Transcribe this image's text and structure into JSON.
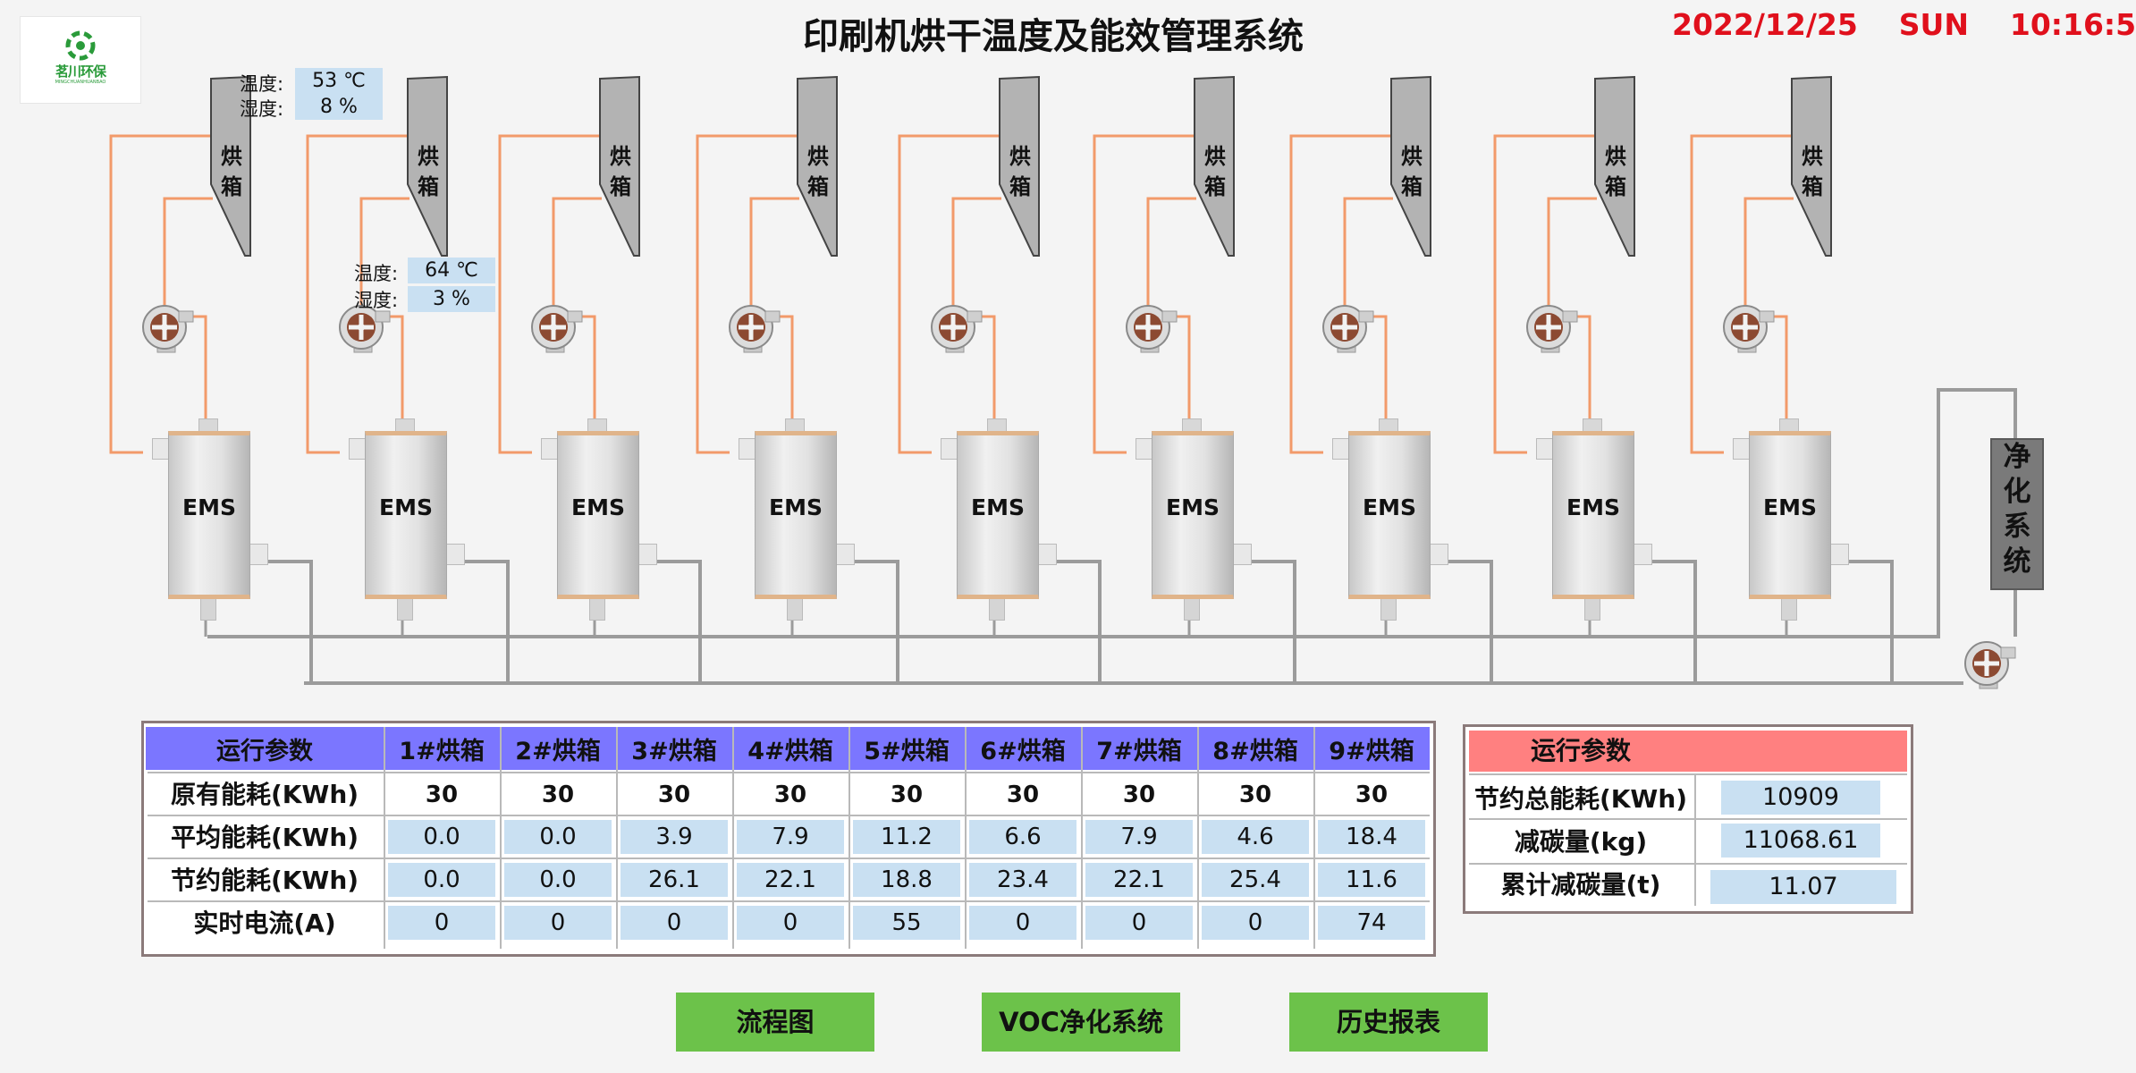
{
  "title": "印刷机烘干温度及能效管理系统",
  "datetime": "2022/12/25    SUN    10:16:5",
  "logo": {
    "text": "茗川环保",
    "subtext": "MINGCHUANHUANBAO"
  },
  "colors": {
    "pipe_hot": "#f29a6a",
    "pipe_cold": "#9b9b9b",
    "oven": "#b3b3b3",
    "header_params": "#7b76ff",
    "header_summary": "#ff8080",
    "button": "#6cc24a",
    "value_box": "#c9e0f2",
    "datetime": "#e0101c"
  },
  "oven_label": "烘箱",
  "ems_label": "EMS",
  "purification_label": "净化系统",
  "sensors": [
    {
      "temp_label": "温度:",
      "temp_value": "53 ℃",
      "hum_label": "湿度:",
      "hum_value": "8 %"
    },
    {
      "temp_label": "温度:",
      "temp_value": "64 ℃",
      "hum_label": "湿度:",
      "hum_value": "3 %"
    }
  ],
  "params_table": {
    "header": "运行参数",
    "columns": [
      "1#烘箱",
      "2#烘箱",
      "3#烘箱",
      "4#烘箱",
      "5#烘箱",
      "6#烘箱",
      "7#烘箱",
      "8#烘箱",
      "9#烘箱"
    ],
    "rows": [
      {
        "label": "原有能耗(KWh)",
        "values": [
          "30",
          "30",
          "30",
          "30",
          "30",
          "30",
          "30",
          "30",
          "30"
        ]
      },
      {
        "label": "平均能耗(KWh)",
        "values": [
          "0.0",
          "0.0",
          "3.9",
          "7.9",
          "11.2",
          "6.6",
          "7.9",
          "4.6",
          "18.4"
        ]
      },
      {
        "label": "节约能耗(KWh)",
        "values": [
          "0.0",
          "0.0",
          "26.1",
          "22.1",
          "18.8",
          "23.4",
          "22.1",
          "25.4",
          "11.6"
        ]
      },
      {
        "label": "实时电流(A)",
        "values": [
          "0",
          "0",
          "0",
          "0",
          "55",
          "0",
          "0",
          "0",
          "74"
        ]
      }
    ]
  },
  "summary_table": {
    "header": "运行参数",
    "rows": [
      {
        "label": "节约总能耗(KWh)",
        "value": "10909"
      },
      {
        "label": "减碳量(kg)",
        "value": "11068.61"
      },
      {
        "label": "累计减碳量(t)",
        "value": "11.07"
      }
    ]
  },
  "buttons": {
    "flow": "流程图",
    "voc": "VOC净化系统",
    "history": "历史报表"
  }
}
